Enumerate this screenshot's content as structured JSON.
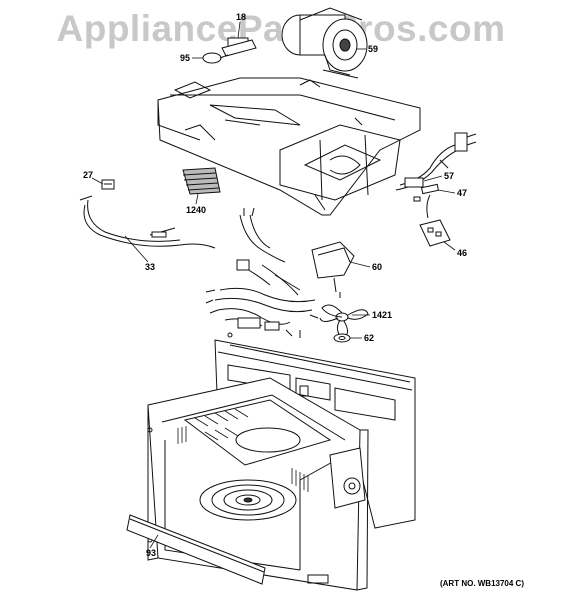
{
  "watermark": "AppliancePartsPros.com",
  "art_number": "(ART NO. WB13704 C)",
  "callouts": [
    {
      "id": "c18",
      "text": "18"
    },
    {
      "id": "c95",
      "text": "95"
    },
    {
      "id": "c59",
      "text": "59"
    },
    {
      "id": "c27",
      "text": "27"
    },
    {
      "id": "c1240",
      "text": "1240"
    },
    {
      "id": "c57",
      "text": "57"
    },
    {
      "id": "c47",
      "text": "47"
    },
    {
      "id": "c46",
      "text": "46"
    },
    {
      "id": "c33",
      "text": "33"
    },
    {
      "id": "c60",
      "text": "60"
    },
    {
      "id": "c1421",
      "text": "1421"
    },
    {
      "id": "c62",
      "text": "62"
    },
    {
      "id": "c93",
      "text": "93"
    }
  ]
}
